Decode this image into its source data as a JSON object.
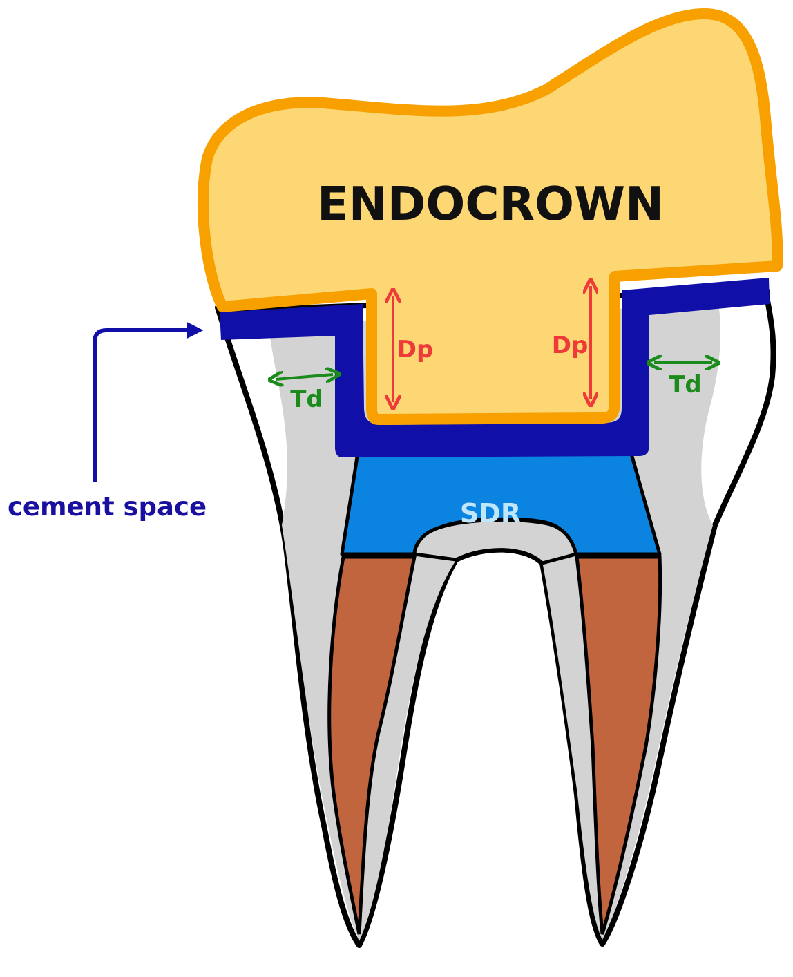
{
  "labels": {
    "crown": "ENDOCROWN",
    "depth_left": "Dp",
    "depth_right": "Dp",
    "thickness_left": "Td",
    "thickness_right": "Td",
    "base": "SDR",
    "cement": "cement space"
  },
  "colors": {
    "background": "#ffffff",
    "outline": "#000000",
    "dentin": "#d3d3d3",
    "enamel": "#ffffff",
    "pulp_canal": "#c1653e",
    "base": "#0a84e0",
    "base_label": "#bfe6fb",
    "cement": "#1010a8",
    "cement_label": "#1a10a0",
    "crown_fill": "#fcd774",
    "crown_border": "#f7a000",
    "crown_label": "#111111",
    "depth_arrow": "#ef3a3a",
    "thickness_arrow": "#1b8c1b"
  }
}
